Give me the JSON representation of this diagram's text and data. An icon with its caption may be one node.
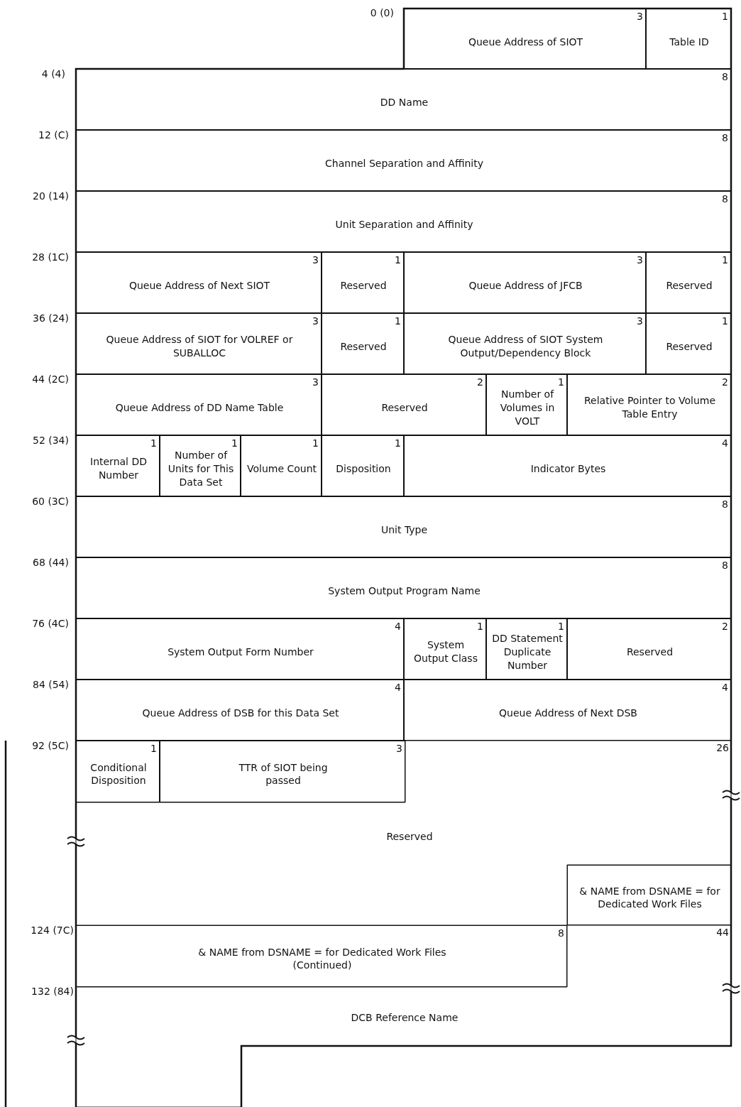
{
  "diagram": {
    "nodes": [
      {
        "text": [
          "3",
          "Queue Address of SIOT"
        ]
      },
      {
        "text": [
          "1",
          "Table ID"
        ]
      },
      {
        "text": [
          "8",
          "DD Name"
        ]
      },
      {
        "text": [
          "8",
          "Channel Separation and Affinity"
        ]
      },
      {
        "text": [
          "8",
          "Unit Separation and Affinity"
        ]
      },
      {
        "text": [
          "3",
          "Queue Address of Next SIOT"
        ]
      },
      {
        "text": [
          "1",
          "Reserved"
        ]
      },
      {
        "text": [
          "3",
          "Queue Address of JFCB"
        ]
      },
      {
        "text": [
          "1",
          "Reserved"
        ]
      },
      {
        "text": [
          "3",
          "Queue Address of SIOT for VOLREF or SUBALLOC"
        ]
      },
      {
        "text": [
          "1",
          "Reserved"
        ]
      },
      {
        "text": [
          "3",
          "Queue Address of SIOT System Output/Dependency Block"
        ]
      },
      {
        "text": [
          "1",
          "Reserved"
        ]
      },
      {
        "text": [
          "3",
          "Queue Address of DD Name Table"
        ]
      },
      {
        "text": [
          "2",
          "Reserved"
        ]
      },
      {
        "text": [
          "1",
          "Number of Volumes in VOLT"
        ]
      },
      {
        "text": [
          "2",
          "Relative Pointer to Volume Table Entry"
        ]
      },
      {
        "text": [
          "1",
          "Internal DD Number"
        ]
      },
      {
        "text": [
          "1",
          "Number of Units for This Data Set"
        ]
      },
      {
        "text": [
          "1",
          "Volume Count"
        ]
      },
      {
        "text": [
          "1",
          "Disposition"
        ]
      },
      {
        "text": [
          "4",
          "Indicator Bytes"
        ]
      },
      {
        "text": [
          "8",
          "Unit Type"
        ]
      },
      {
        "text": [
          "8",
          "System Output Program Name"
        ]
      },
      {
        "text": [
          "4",
          "System Output Form Number"
        ]
      },
      {
        "text": [
          "1",
          "System Output Class"
        ]
      },
      {
        "text": [
          "1",
          "DD Statement Duplicate Number"
        ]
      },
      {
        "text": [
          "2",
          "Reserved"
        ]
      },
      {
        "text": [
          "4",
          "Queue Address of DSB for this Data Set"
        ]
      },
      {
        "text": [
          "4",
          "Queue Address of Next DSB"
        ]
      },
      {
        "text": [
          "1",
          "Conditional Disposition"
        ]
      },
      {
        "text": [
          "3",
          "TTR of SIOT being passed"
        ]
      },
      {
        "text": [
          "26",
          "Reserved"
        ]
      },
      {
        "text": [
          "& NAME from DSNAME = for Dedicated Work Files"
        ]
      },
      {
        "text": [
          "8",
          "& NAME from DSNAME = for Dedicated Work Files (Continued)"
        ]
      },
      {
        "text": [
          "44",
          "DCB Reference Name"
        ]
      }
    ],
    "labels": [
      "0 (0)",
      "4 (4)",
      "12 (C)",
      "20 (14)",
      "28 (1C)",
      "36 (24)",
      "44 (2C)",
      "52 (34)",
      "60 (3C)",
      "68 (44)",
      "76 (4C)",
      "84 (54)",
      "92 (5C)",
      "124 (7C)",
      "132 (84)"
    ]
  }
}
